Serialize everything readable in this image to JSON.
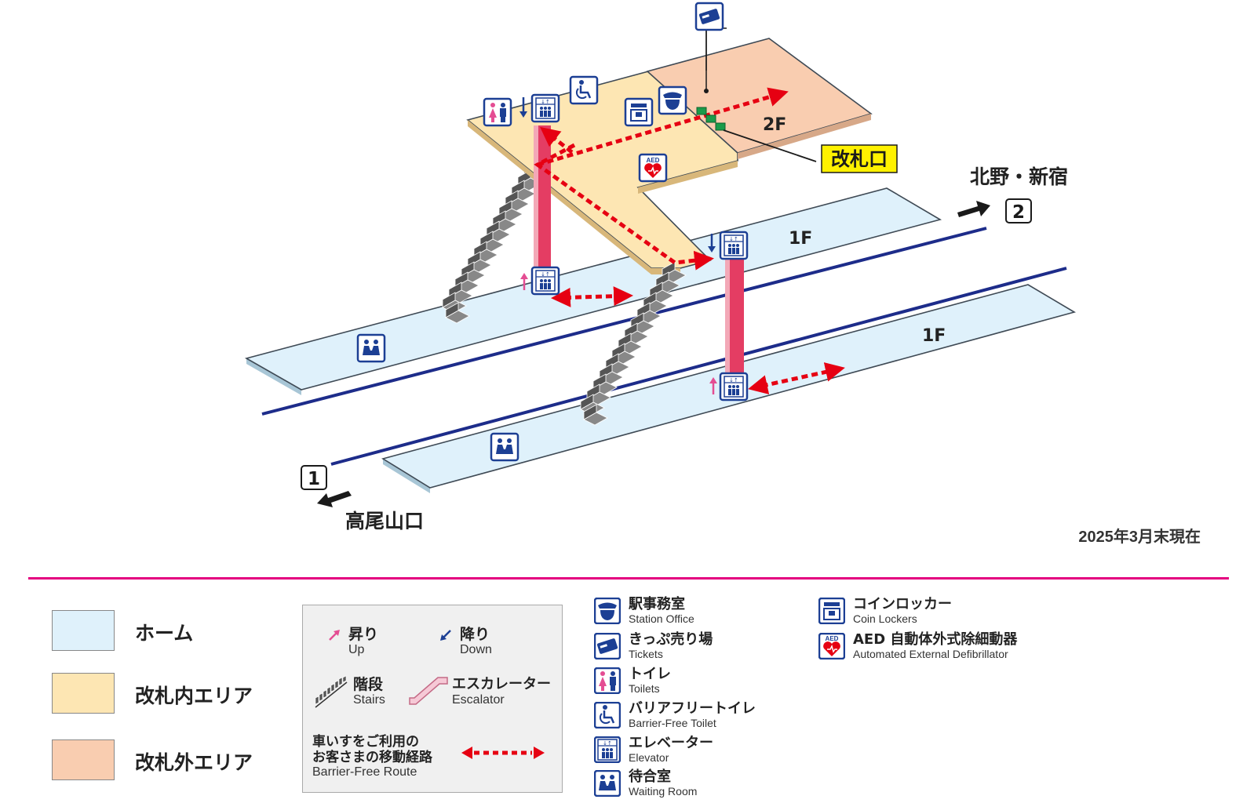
{
  "map": {
    "floor_2f": "2F",
    "floor_1f_upper": "1F",
    "floor_1f_lower": "1F",
    "ticket_gate_callout": "改札口",
    "direction_up_name": "北野・新宿",
    "direction_up_number": "2",
    "direction_down_name": "高尾山口",
    "direction_down_number": "1",
    "as_of": "2025年3月末現在"
  },
  "legend_areas": [
    {
      "label": "ホーム",
      "color": "#dff1fb"
    },
    {
      "label": "改札内エリア",
      "color": "#fde6b3"
    },
    {
      "label": "改札外エリア",
      "color": "#f9cdb0"
    }
  ],
  "legend_route": {
    "up_jp": "昇り",
    "up_en": "Up",
    "down_jp": "降り",
    "down_en": "Down",
    "stairs_jp": "階段",
    "stairs_en": "Stairs",
    "escalator_jp": "エスカレーター",
    "escalator_en": "Escalator",
    "route_jp_line1": "車いすをご利用の",
    "route_jp_line2": "お客さまの移動経路",
    "route_en": "Barrier-Free Route"
  },
  "legend_facilities": [
    {
      "icon": "station-office-icon",
      "jp": "駅事務室",
      "en": "Station Office"
    },
    {
      "icon": "ticket-icon",
      "jp": "きっぷ売り場",
      "en": "Tickets"
    },
    {
      "icon": "toilet-icon",
      "jp": "トイレ",
      "en": "Toilets"
    },
    {
      "icon": "wheelchair-icon",
      "jp": "バリアフリートイレ",
      "en": "Barrier-Free Toilet"
    },
    {
      "icon": "elevator-icon",
      "jp": "エレベーター",
      "en": "Elevator"
    },
    {
      "icon": "waiting-room-icon",
      "jp": "待合室",
      "en": "Waiting Room"
    },
    {
      "icon": "coin-locker-icon",
      "jp": "コインロッカー",
      "en": "Coin Lockers"
    },
    {
      "icon": "aed-icon",
      "jp": "AED 自動体外式除細動器",
      "en": "Automated External Defibrillator"
    }
  ],
  "colors": {
    "platform": "#dff1fb",
    "inside_gate": "#fde6b3",
    "outside_gate": "#f9cdb0",
    "track": "#1d2c8a",
    "route": "#e60012",
    "divider": "#e4007f",
    "elevator_shaft": "#e43d63",
    "icon_blue": "#1c3f94",
    "callout_yellow": "#fff100"
  }
}
